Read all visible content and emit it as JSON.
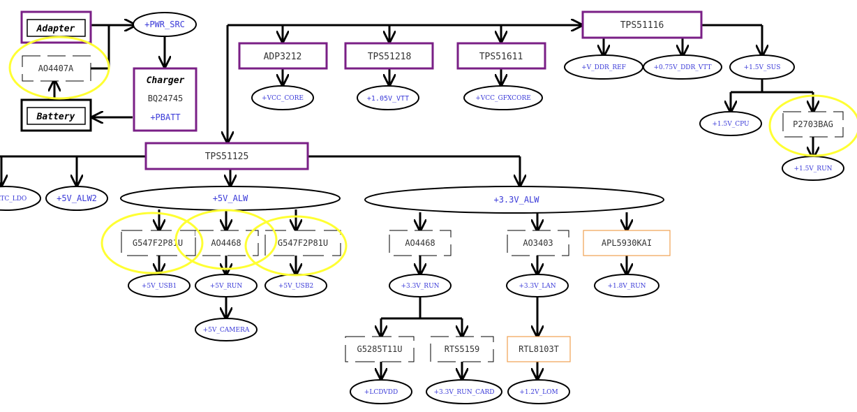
{
  "sources": {
    "adapter": "Adapter",
    "battery": "Battery",
    "ao4407a": "AO4407A",
    "pwr_src": "+PWR_SRC",
    "charger_title": "Charger",
    "charger_part": "BQ24745",
    "charger_out": "+PBATT"
  },
  "regulators": {
    "adp3212": "ADP3212",
    "tps51218": "TPS51218",
    "tps51611": "TPS51611",
    "tps51116": "TPS51116",
    "tps51125": "TPS51125"
  },
  "rails_top": {
    "vcc_core": "+VCC_CORE",
    "v105_vtt": "+1.05V_VTT",
    "vcc_gfxcore": "+VCC_GFXCORE",
    "v_ddr_ref": "+V_DDR_REF",
    "v075_ddr_vtt": "+0.75V_DDR_VTT",
    "v15_sus": "+1.5V_SUS",
    "v15_cpu": "+1.5V_CPU",
    "p2703bag": "P2703BAG",
    "v15_run": "+1.5V_RUN"
  },
  "rails_5v": {
    "rtc_ldo": "RTC_LDO",
    "v5_alw2": "+5V_ALW2",
    "v5_alw": "+5V_ALW",
    "g547_a": "G547F2P81U",
    "ao4468": "AO4468",
    "g547_b": "G547F2P81U",
    "v5_usb1": "+5V_USB1",
    "v5_run": "+5V_RUN",
    "v5_usb2": "+5V_USB2",
    "v5_camera": "+5V_CAMERA"
  },
  "rails_3v3": {
    "v33_alw": "+3.3V_ALW",
    "ao4468": "AO4468",
    "ao3403": "AO3403",
    "apl5930kai": "APL5930KAI",
    "v33_run": "+3.3V_RUN",
    "v33_lan": "+3.3V_LAN",
    "v18_run": "+1.8V_RUN",
    "g5285t11u": "G5285T11U",
    "rts5159": "RTS5159",
    "rtl8103t": "RTL8103T",
    "lcdvdd": "+LCDVDD",
    "v33_run_card": "+3.3V_RUN_CARD",
    "v12_lom": "+1.2V_LOM"
  },
  "colors": {
    "purple": "#7a1f86",
    "orange": "#f0a050",
    "blue_text": "#3a3ad8",
    "yellow": "#ffff33",
    "black": "#000000",
    "gray_text": "#333333"
  }
}
